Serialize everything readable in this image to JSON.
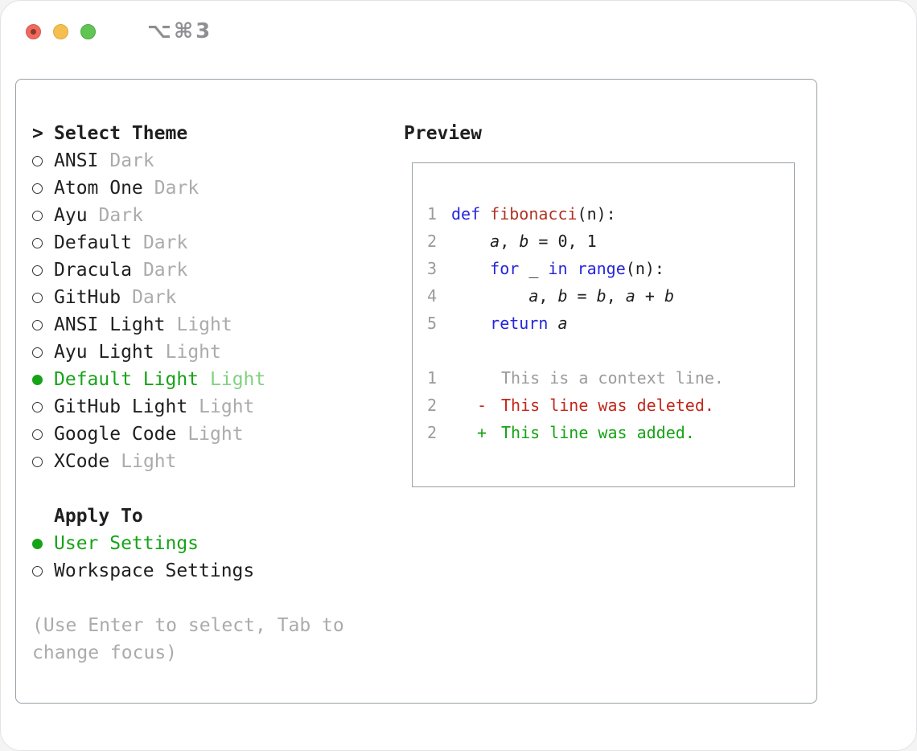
{
  "window": {
    "shortcut": "⌥⌘3",
    "traffic_lights": {
      "close": "#EE6A5E",
      "minimize": "#F5BF4F",
      "zoom": "#61C554"
    }
  },
  "theme_panel": {
    "prompt": ">",
    "title": "Select Theme",
    "items": [
      {
        "name": "ANSI",
        "variant": "Dark",
        "selected": false
      },
      {
        "name": "Atom One",
        "variant": "Dark",
        "selected": false
      },
      {
        "name": "Ayu",
        "variant": "Dark",
        "selected": false
      },
      {
        "name": "Default",
        "variant": "Dark",
        "selected": false
      },
      {
        "name": "Dracula",
        "variant": "Dark",
        "selected": false
      },
      {
        "name": "GitHub",
        "variant": "Dark",
        "selected": false
      },
      {
        "name": "ANSI Light",
        "variant": "Light",
        "selected": false
      },
      {
        "name": "Ayu Light",
        "variant": "Light",
        "selected": false
      },
      {
        "name": "Default Light",
        "variant": "Light",
        "selected": true
      },
      {
        "name": "GitHub Light",
        "variant": "Light",
        "selected": false
      },
      {
        "name": "Google Code",
        "variant": "Light",
        "selected": false
      },
      {
        "name": "XCode",
        "variant": "Light",
        "selected": false
      }
    ],
    "apply_to": {
      "title": "Apply To",
      "options": [
        {
          "label": "User Settings",
          "selected": true
        },
        {
          "label": "Workspace Settings",
          "selected": false
        }
      ]
    },
    "hint": "(Use Enter to select, Tab to change focus)"
  },
  "preview": {
    "title": "Preview",
    "code_lines": [
      {
        "num": "1",
        "tokens": [
          [
            "def",
            "kw"
          ],
          [
            " ",
            "pl"
          ],
          [
            "fibonacci",
            "fn"
          ],
          [
            "(n):",
            "pl"
          ]
        ]
      },
      {
        "num": "2",
        "tokens": [
          [
            "    ",
            "pl"
          ],
          [
            "a",
            "var"
          ],
          [
            ", ",
            "pl"
          ],
          [
            "b",
            "var"
          ],
          [
            " = 0, 1",
            "pl"
          ]
        ]
      },
      {
        "num": "3",
        "tokens": [
          [
            "    ",
            "pl"
          ],
          [
            "for",
            "kw"
          ],
          [
            " _ ",
            "pl"
          ],
          [
            "in",
            "kw"
          ],
          [
            " ",
            "pl"
          ],
          [
            "range",
            "kw"
          ],
          [
            "(n):",
            "pl"
          ]
        ]
      },
      {
        "num": "4",
        "tokens": [
          [
            "        ",
            "pl"
          ],
          [
            "a",
            "var"
          ],
          [
            ", ",
            "pl"
          ],
          [
            "b",
            "var"
          ],
          [
            " = ",
            "pl"
          ],
          [
            "b",
            "var"
          ],
          [
            ", ",
            "pl"
          ],
          [
            "a",
            "var"
          ],
          [
            " + ",
            "pl"
          ],
          [
            "b",
            "var"
          ]
        ]
      },
      {
        "num": "5",
        "tokens": [
          [
            "    ",
            "pl"
          ],
          [
            "return",
            "kw"
          ],
          [
            " ",
            "pl"
          ],
          [
            "a",
            "var"
          ]
        ]
      }
    ],
    "diff_lines": [
      {
        "num": "1",
        "marker": " ",
        "text": "This is a context line.",
        "type": "context"
      },
      {
        "num": "2",
        "marker": "-",
        "text": "This line was deleted.",
        "type": "deleted"
      },
      {
        "num": "2",
        "marker": "+",
        "text": "This line was added.",
        "type": "added"
      }
    ]
  },
  "colors": {
    "accent_green": "#17A317",
    "accent_green_faded": "#82D182",
    "keyword_blue": "#2525DD",
    "function_red": "#B03425",
    "deleted_red": "#C2281A",
    "added_green": "#15A315",
    "muted_gray": "#ABABAB",
    "line_number_gray": "#9B9B9B",
    "border_gray": "#98A0A5"
  }
}
